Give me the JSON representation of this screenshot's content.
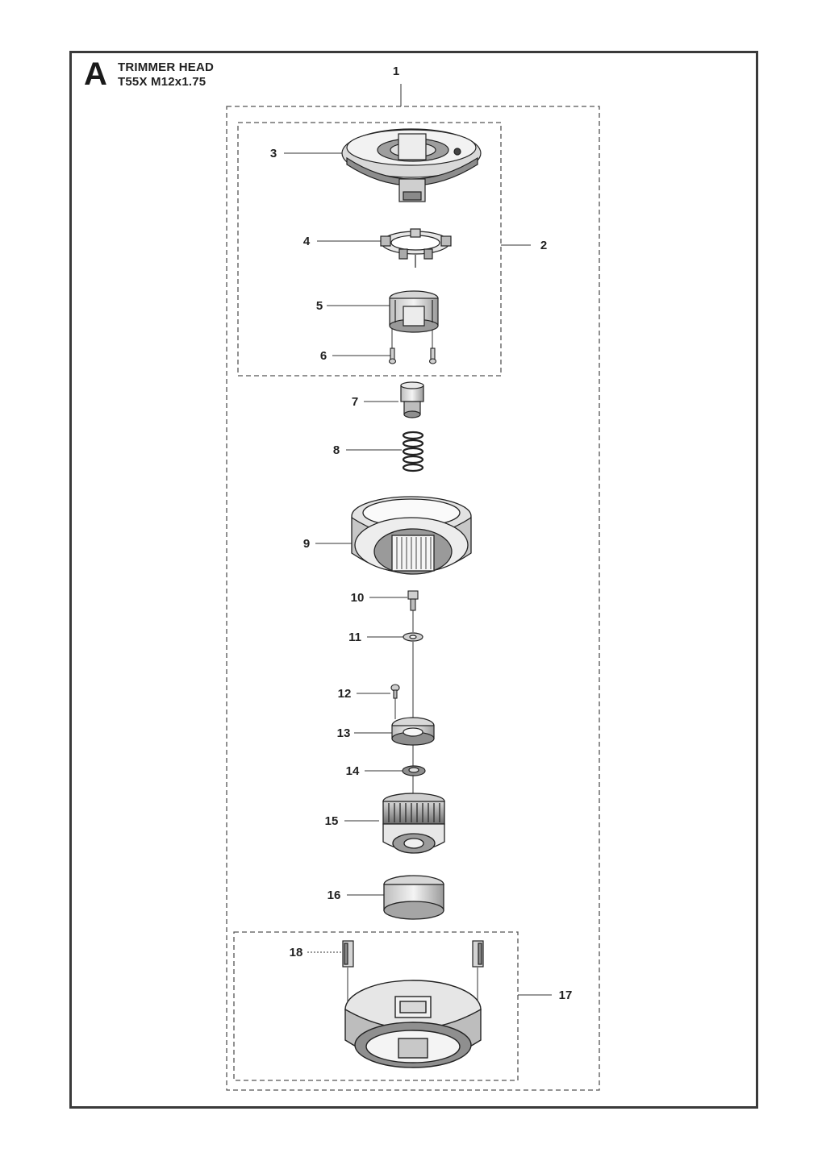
{
  "section": {
    "letter": "A",
    "title_line1": "TRIMMER HEAD",
    "title_line2": "T55X M12x1.75"
  },
  "callouts": [
    "1",
    "2",
    "3",
    "4",
    "5",
    "6",
    "7",
    "8",
    "9",
    "10",
    "11",
    "12",
    "13",
    "14",
    "15",
    "16",
    "17",
    "18"
  ]
}
